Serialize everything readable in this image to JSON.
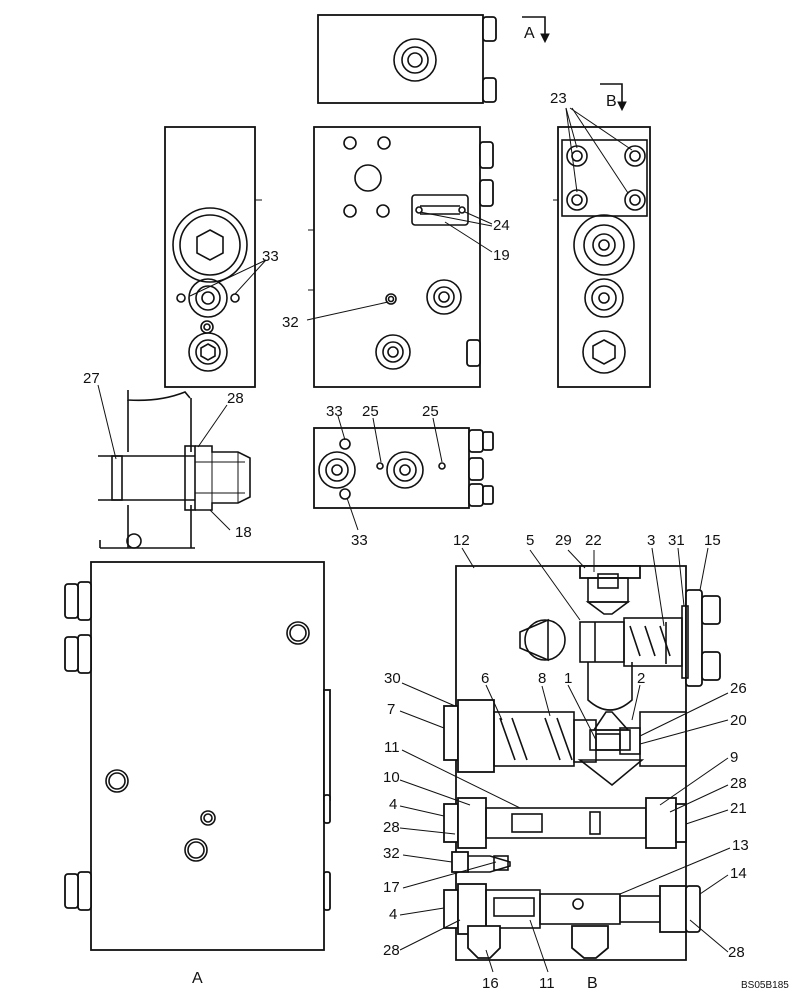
{
  "section_marks": {
    "a": "A",
    "b": "B"
  },
  "captions": {
    "view_a": "A",
    "view_b": "B"
  },
  "drawing_code": "BS05B185",
  "labels": [
    {
      "key": "l23",
      "text": "23"
    },
    {
      "key": "l24",
      "text": "24"
    },
    {
      "key": "l19",
      "text": "19"
    },
    {
      "key": "l33a",
      "text": "33"
    },
    {
      "key": "l32a",
      "text": "32"
    },
    {
      "key": "l27",
      "text": "27"
    },
    {
      "key": "l28a",
      "text": "28"
    },
    {
      "key": "l18",
      "text": "18"
    },
    {
      "key": "l33b",
      "text": "33"
    },
    {
      "key": "l25a",
      "text": "25"
    },
    {
      "key": "l25b",
      "text": "25"
    },
    {
      "key": "l33c",
      "text": "33"
    },
    {
      "key": "l12",
      "text": "12"
    },
    {
      "key": "l5",
      "text": "5"
    },
    {
      "key": "l29",
      "text": "29"
    },
    {
      "key": "l22",
      "text": "22"
    },
    {
      "key": "l3",
      "text": "3"
    },
    {
      "key": "l31",
      "text": "31"
    },
    {
      "key": "l15",
      "text": "15"
    },
    {
      "key": "l30",
      "text": "30"
    },
    {
      "key": "l6",
      "text": "6"
    },
    {
      "key": "l8",
      "text": "8"
    },
    {
      "key": "l1",
      "text": "1"
    },
    {
      "key": "l2",
      "text": "2"
    },
    {
      "key": "l26",
      "text": "26"
    },
    {
      "key": "l7",
      "text": "7"
    },
    {
      "key": "l20",
      "text": "20"
    },
    {
      "key": "l11a",
      "text": "11"
    },
    {
      "key": "l9",
      "text": "9"
    },
    {
      "key": "l10",
      "text": "10"
    },
    {
      "key": "l28b",
      "text": "28"
    },
    {
      "key": "l4a",
      "text": "4"
    },
    {
      "key": "l21",
      "text": "21"
    },
    {
      "key": "l28c",
      "text": "28"
    },
    {
      "key": "l13",
      "text": "13"
    },
    {
      "key": "l32b",
      "text": "32"
    },
    {
      "key": "l17",
      "text": "17"
    },
    {
      "key": "l14",
      "text": "14"
    },
    {
      "key": "l4b",
      "text": "4"
    },
    {
      "key": "l28d",
      "text": "28"
    },
    {
      "key": "l28e",
      "text": "28"
    },
    {
      "key": "l16",
      "text": "16"
    },
    {
      "key": "l11b",
      "text": "11"
    }
  ]
}
